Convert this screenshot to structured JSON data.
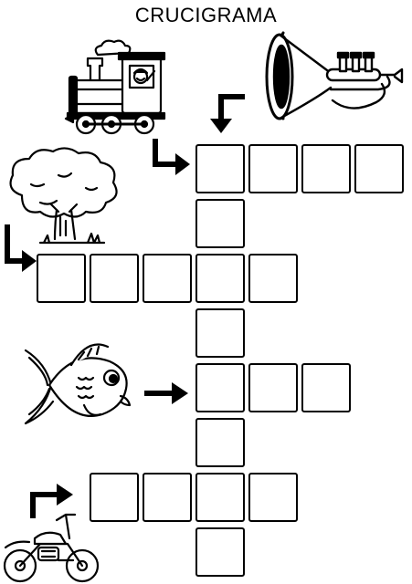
{
  "title": "CRUCIGRAMA",
  "puzzle": {
    "words": [
      {
        "clue_icon": "train-icon",
        "direction": "down",
        "cells": 8
      },
      {
        "clue_icon": "trumpet-icon",
        "direction": "across",
        "cells": 4
      },
      {
        "clue_icon": "tree-icon",
        "direction": "across",
        "cells": 5
      },
      {
        "clue_icon": "fish-icon",
        "direction": "across",
        "cells": 3
      },
      {
        "clue_icon": "motorcycle-icon",
        "direction": "across",
        "cells": 4
      }
    ]
  },
  "colors": {
    "ink": "#000000",
    "paper": "#ffffff"
  }
}
